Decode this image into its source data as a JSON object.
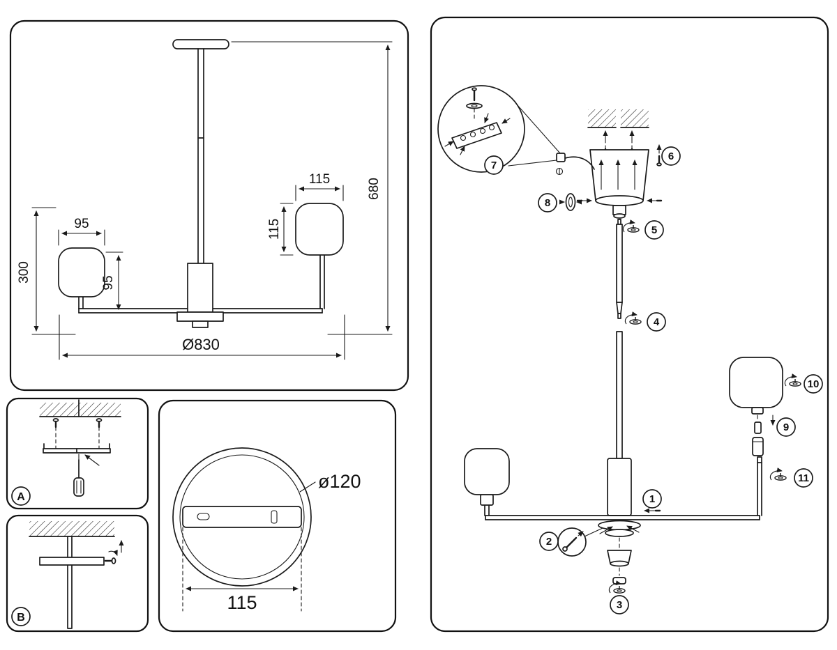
{
  "dimension_panel": {
    "total_height": "680",
    "shade_right_width": "115",
    "shade_right_height": "115",
    "shade_left_width": "95",
    "shade_left_height": "95",
    "side_height": "300",
    "overall_diameter": "Ø830"
  },
  "detail_panels": {
    "a_label": "A",
    "b_label": "B"
  },
  "canopy_panel": {
    "diameter_label": "ø120",
    "bracket_width": "115"
  },
  "assembly_panel": {
    "steps": [
      "1",
      "2",
      "3",
      "4",
      "5",
      "6",
      "7",
      "8",
      "9",
      "10",
      "11"
    ]
  },
  "colors": {
    "line": "#1a1a1a",
    "background": "#ffffff"
  }
}
